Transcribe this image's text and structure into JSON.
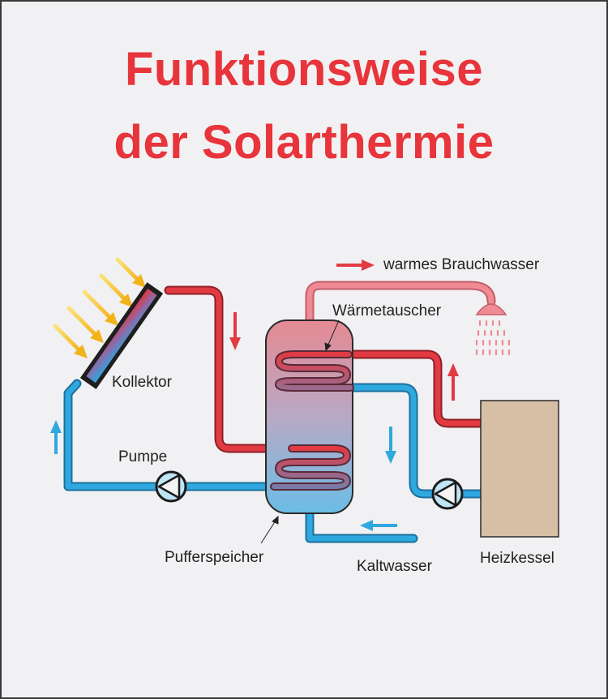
{
  "title": {
    "line1": "Funktionsweise",
    "line2": "der Solarthermie"
  },
  "labels": {
    "warm_water": "warmes Brauchwasser",
    "heat_exchanger": "Wärmetauscher",
    "collector": "Kollektor",
    "pump": "Pumpe",
    "buffer_tank": "Pufferspeicher",
    "cold_water": "Kaltwasser",
    "boiler": "Heizkessel"
  },
  "colors": {
    "title": "#e8343b",
    "hot_pipe": "#e23a43",
    "cold_pipe": "#2fa8e0",
    "boiler": "#d7bfa5",
    "background": "#f1f1f3",
    "sun_rays": "#f6c21e"
  },
  "icons": [
    "sun-ray-arrow",
    "pump-icon",
    "shower-head-icon",
    "flow-arrow"
  ]
}
